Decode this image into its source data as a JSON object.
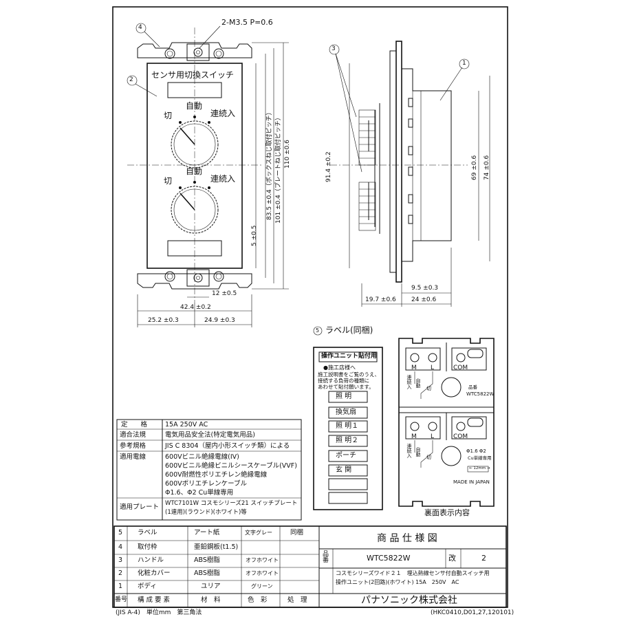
{
  "front": {
    "title": "センサ用切換スイッチ",
    "screw_note": "2-M3.5 P=0.6",
    "dial1": {
      "off": "切",
      "auto": "自動",
      "continuous": "連続入"
    },
    "dial2": {
      "off": "切",
      "auto": "自動",
      "continuous": "連続入"
    },
    "dims": {
      "width_total": "42.4 ±0.2",
      "left_half": "25.2 ±0.3",
      "right_half": "24.9 ±0.3",
      "hole_pitch": "12 ±0.5",
      "height_total": "110 ±0.6",
      "plate_pitch": "101 ±0.4（プレートねじ取付ピッチ）",
      "box_pitch": "83.5 ±0.4（ボックスねじ取付ピッチ）",
      "offset": "5 ±0.5"
    }
  },
  "side": {
    "dims": {
      "height_91": "91.4 ±0.2",
      "height_69": "69 ±0.6",
      "height_74": "74 ±0.6",
      "depth_9_5": "9.5 ±0.3",
      "depth_19_7": "19.7 ±0.6",
      "depth_24": "24 ±0.6"
    }
  },
  "balloons": [
    "1",
    "2",
    "3",
    "4",
    "5"
  ],
  "label_sheet": {
    "title": "ラベル(同梱)",
    "header": "操作ユニット貼付用",
    "note_title": "●施工店様へ",
    "note_lines": [
      "施工説明書をご覧のうえ、",
      "接続する負荷の種類に",
      "あわせて貼付願います。"
    ],
    "items": [
      "照 明",
      "換気扇",
      "照 明１",
      "照 明２",
      "ポーチ",
      "玄 関",
      "",
      ""
    ]
  },
  "back_view": {
    "caption": "裏面表示内容",
    "terminals": [
      "M",
      "L",
      "COM",
      "M",
      "L",
      "COM"
    ],
    "continuous": "連続入",
    "auto": "自動",
    "off": "切",
    "part_label": "品番",
    "part_no": "WTC5822W",
    "wire_note": "Φ1.6 Φ2",
    "wire_note2": "Cu単線専用",
    "strip_length": "← 12mm →",
    "made_in": "MADE IN JAPAN"
  },
  "spec_table": [
    {
      "label": "定　　格",
      "value": [
        "15A 250V AC"
      ]
    },
    {
      "label": "適合法規",
      "value": [
        "電気用品安全法(特定電気用品)"
      ]
    },
    {
      "label": "参考規格",
      "value": [
        "JIS C 8304（屋内小形スイッチ類）による"
      ]
    },
    {
      "label": "適用電線",
      "value": [
        "600Vビニル絶縁電線(IV)",
        "600Vビニル絶縁ビニルシースケーブル(VVF)",
        "600V耐燃性ポリエチレン絶縁電線",
        "600Vポリエチレンケーブル",
        "Φ1.6、Φ2 Cu単線専用"
      ]
    },
    {
      "label": "適用プレート",
      "value": [
        "WTC7101W コスモシリーズ21 スイッチプレート",
        "(1連用)(ラウンド)(ホワイト)等"
      ]
    }
  ],
  "parts_table": {
    "header": {
      "no": "番号",
      "name": "構 成 要 素",
      "material": "材　料",
      "color": "色　彩",
      "treatment": "処　理"
    },
    "rows": [
      {
        "no": "5",
        "name": "ラベル",
        "material": "アート紙",
        "color": "文字グレー",
        "treatment": "同梱"
      },
      {
        "no": "4",
        "name": "取付枠",
        "material": "亜鉛鋼板(t1.5)",
        "color": "",
        "treatment": ""
      },
      {
        "no": "3",
        "name": "ハンドル",
        "material": "ABS樹脂",
        "color": "オフホワイト",
        "treatment": ""
      },
      {
        "no": "2",
        "name": "化粧カバー",
        "material": "ABS樹脂",
        "color": "オフホワイト",
        "treatment": ""
      },
      {
        "no": "1",
        "name": "ボディ",
        "material": "ユリア",
        "color": "グリーン",
        "treatment": ""
      }
    ]
  },
  "title_block": {
    "title": "商 品 仕 様 図",
    "part_label": "品番",
    "part_no": "WTC5822W",
    "rev_label": "改",
    "rev": "2",
    "desc1": "コスモシリーズワイド２１　埋込熱線センサ付自動スイッチ用",
    "desc2": "操作ユニット(2回路)(ホワイト) 15A　250V　AC",
    "company": "パナソニック株式会社"
  },
  "footer": {
    "left": "(JIS A-4)　単位mm　第三角法",
    "right": "(HKC0410,D01,27,120101)"
  }
}
